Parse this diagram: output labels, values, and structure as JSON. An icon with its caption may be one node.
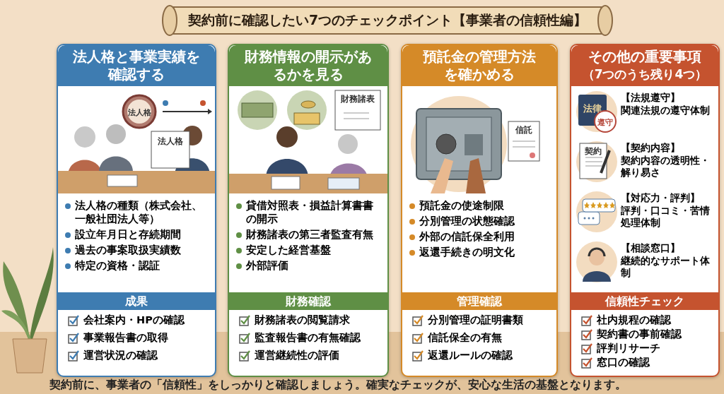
{
  "diagram": {
    "title": "契約前に確認したい7つのチェックポイント【事業者の信頼性編】",
    "caption": "契約前に、事業者の「信頼性」をしっかりと確認しましょう。確実なチェックが、安心な生活の基盤となります。",
    "nodes": [
      {
        "text": [
          "法人格と事業実績を確認する",
          "法人格の種類（株式会社、一般社団法人等）",
          "設立年月日と存続期間",
          "過去の事案取扱実績数",
          "特定の資格・認証",
          "会社案内・HPの確認",
          "事業報告書の取得",
          "運営状況の確認"
        ]
      },
      {
        "text": [],
        "shape": "picture",
        "in": 0
      },
      {
        "text": [
          "成果"
        ],
        "in": 0
      },
      {
        "text": [
          "財務情報の開示があるかを見る",
          "貸借対照表・損益計算書書の開示",
          "財務諸表の第三者監査有無",
          "安定した経営基盤",
          "外部評価",
          "財務諸表の閲覧請求",
          "監査報告書の有無確認",
          "運営継続性の評価"
        ]
      },
      {
        "text": [],
        "shape": "picture",
        "in": 3
      },
      {
        "text": [
          "財務確認"
        ],
        "in": 3
      },
      {
        "text": [
          "預託金の管理方法を確かめる",
          "預託金の使途制限",
          "分別管理の状態確認",
          "外部の信託保全利用",
          "返還手続きの明文化",
          "分別管理の証明書類",
          "信託保全の有無",
          "返還ルールの確認"
        ]
      },
      {
        "text": [],
        "shape": "picture",
        "in": 6
      },
      {
        "text": [
          "管理確認"
        ],
        "in": 6
      },
      {
        "text": [
          "その他の重要事項",
          "（7つのうち残り4つ）",
          "【法規遵守】",
          "関連法規の遵守体制",
          "【契約内容】",
          "契約内容の透明性・解り易さ",
          "【対応力・評判】",
          "評判・口コミ・苦情処理体制",
          "【相談窓口】",
          "継続的なサポート体制",
          "社内規程の確認",
          "契約書の事前確認",
          "評判リサーチ",
          "窓口の確認"
        ]
      },
      {
        "text": [],
        "shape": "picture",
        "in": 9
      },
      {
        "text": [],
        "shape": "picture",
        "in": 9
      },
      {
        "text": [],
        "shape": "picture",
        "in": 9
      },
      {
        "text": [],
        "shape": "picture",
        "in": 9
      },
      {
        "text": [
          "信頼性チェック"
        ],
        "in": 9
      }
    ],
    "labels": [
      "法人格",
      "法人格",
      "財務諸表",
      "信託",
      "法律",
      "遵守",
      "契約"
    ]
  }
}
